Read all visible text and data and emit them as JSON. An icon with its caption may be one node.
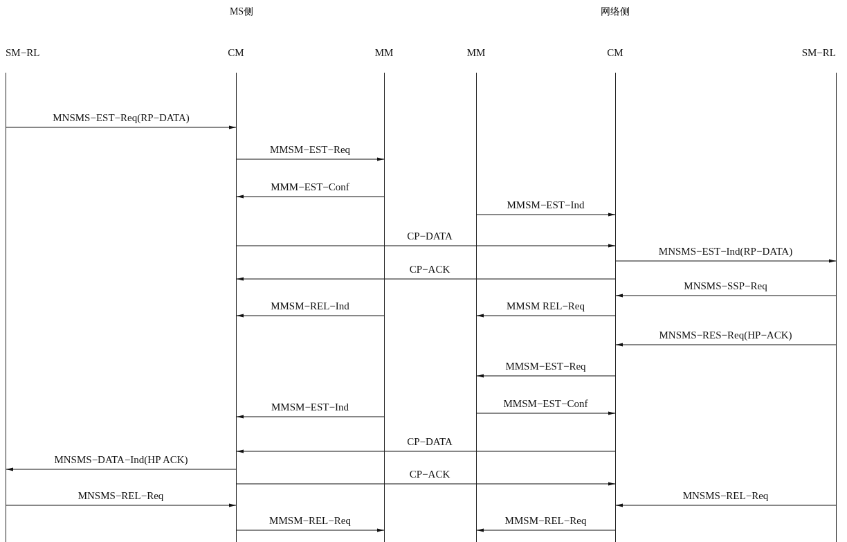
{
  "diagram": {
    "nodes": [
      {
        "text": [
          "SM−RL"
        ]
      },
      {
        "text": [
          "CM"
        ]
      },
      {
        "text": [
          "MM"
        ]
      },
      {
        "text": [
          "MM"
        ]
      },
      {
        "text": [
          "CM"
        ]
      },
      {
        "text": [
          "SM−RL"
        ]
      }
    ],
    "edges": [
      {
        "from": 0,
        "to": 1,
        "arrow": "to",
        "label": "MNSMS−EST−Req(RP−DATA)"
      },
      {
        "from": 1,
        "to": 2,
        "arrow": "to",
        "label": "MMSM−EST−Req"
      },
      {
        "from": 2,
        "to": 1,
        "arrow": "to",
        "label": "MMM−EST−Conf"
      },
      {
        "from": 3,
        "to": 4,
        "arrow": "to",
        "label": "MMSM−EST−Ind"
      },
      {
        "from": 1,
        "to": 4,
        "arrow": "to",
        "label": "CP−DATA"
      },
      {
        "from": 4,
        "to": 5,
        "arrow": "to",
        "label": "MNSMS−EST−Ind(RP−DATA)"
      },
      {
        "from": 4,
        "to": 1,
        "arrow": "to",
        "label": "CP−ACK"
      },
      {
        "from": 5,
        "to": 4,
        "arrow": "to",
        "label": "MNSMS−SSP−Req"
      },
      {
        "from": 2,
        "to": 1,
        "arrow": "to",
        "label": "MMSM−REL−Ind"
      },
      {
        "from": 4,
        "to": 3,
        "arrow": "to",
        "label": "MMSM REL−Req"
      },
      {
        "from": 5,
        "to": 4,
        "arrow": "to",
        "label": "MNSMS−RES−Req(HP−ACK)"
      },
      {
        "from": 4,
        "to": 3,
        "arrow": "to",
        "label": "MMSM−EST−Req"
      },
      {
        "from": 3,
        "to": 4,
        "arrow": "to",
        "label": "MMSM−EST−Conf"
      },
      {
        "from": 2,
        "to": 1,
        "arrow": "to",
        "label": "MMSM−EST−Ind"
      },
      {
        "from": 4,
        "to": 1,
        "arrow": "to",
        "label": "CP−DATA"
      },
      {
        "from": 1,
        "to": 0,
        "arrow": "to",
        "label": "MNSMS−DATA−Ind(HP ACK)"
      },
      {
        "from": 1,
        "to": 4,
        "arrow": "to",
        "label": "CP−ACK"
      },
      {
        "from": 0,
        "to": 1,
        "arrow": "to",
        "label": "MNSMS−REL−Req"
      },
      {
        "from": 5,
        "to": 4,
        "arrow": "to",
        "label": "MNSMS−REL−Req"
      },
      {
        "from": 1,
        "to": 2,
        "arrow": "to",
        "label": "MMSM−REL−Req"
      },
      {
        "from": 4,
        "to": 3,
        "arrow": "to",
        "label": "MMSM−REL−Req"
      }
    ],
    "labels": [
      "MS侧",
      "网络侧"
    ]
  }
}
